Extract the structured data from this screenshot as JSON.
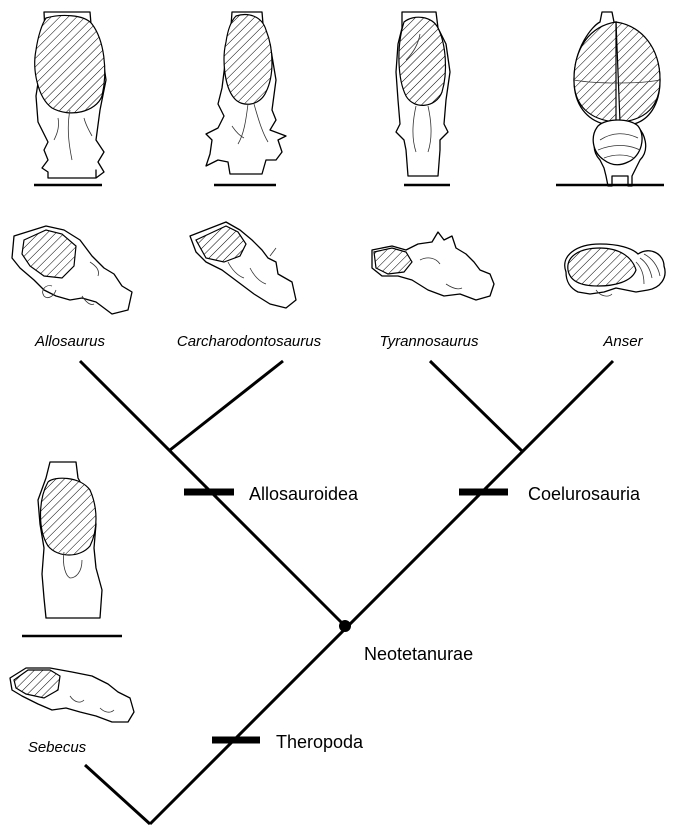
{
  "taxa": {
    "allosaurus": "Allosaurus",
    "carcharodontosaurus": "Carcharodontosaurus",
    "tyrannosaurus": "Tyrannosaurus",
    "anser": "Anser",
    "sebecus": "Sebecus"
  },
  "clades": {
    "allosauroidea": "Allosauroidea",
    "coelurosauria": "Coelurosauria",
    "neotetanurae": "Neotetanurae",
    "theropoda": "Theropoda"
  },
  "colors": {
    "ink": "#000000",
    "background": "#ffffff"
  }
}
